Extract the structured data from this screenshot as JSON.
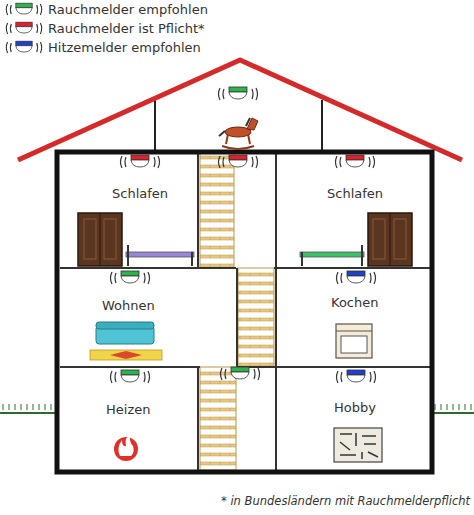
{
  "diagram": {
    "nodes": [
      {
        "text": [
          "Schlafen"
        ]
      },
      {
        "text": [
          "Schlafen"
        ]
      },
      {
        "text": [
          "Wohnen"
        ]
      },
      {
        "text": [
          "Kochen"
        ]
      },
      {
        "text": [
          "Heizen"
        ]
      },
      {
        "text": [
          "Hobby"
        ]
      }
    ],
    "labels": [
      "* in Bundesländern mit Rauchmelderpflicht"
    ],
    "legend": [
      {
        "text": "Rauchmelder empfohlen",
        "color": "#2db34a"
      },
      {
        "text": "Rauchmelder ist Pflicht*",
        "color": "#e0202c"
      },
      {
        "text": "Hitzemelder empfohlen",
        "color": "#1f3fcf"
      }
    ]
  }
}
